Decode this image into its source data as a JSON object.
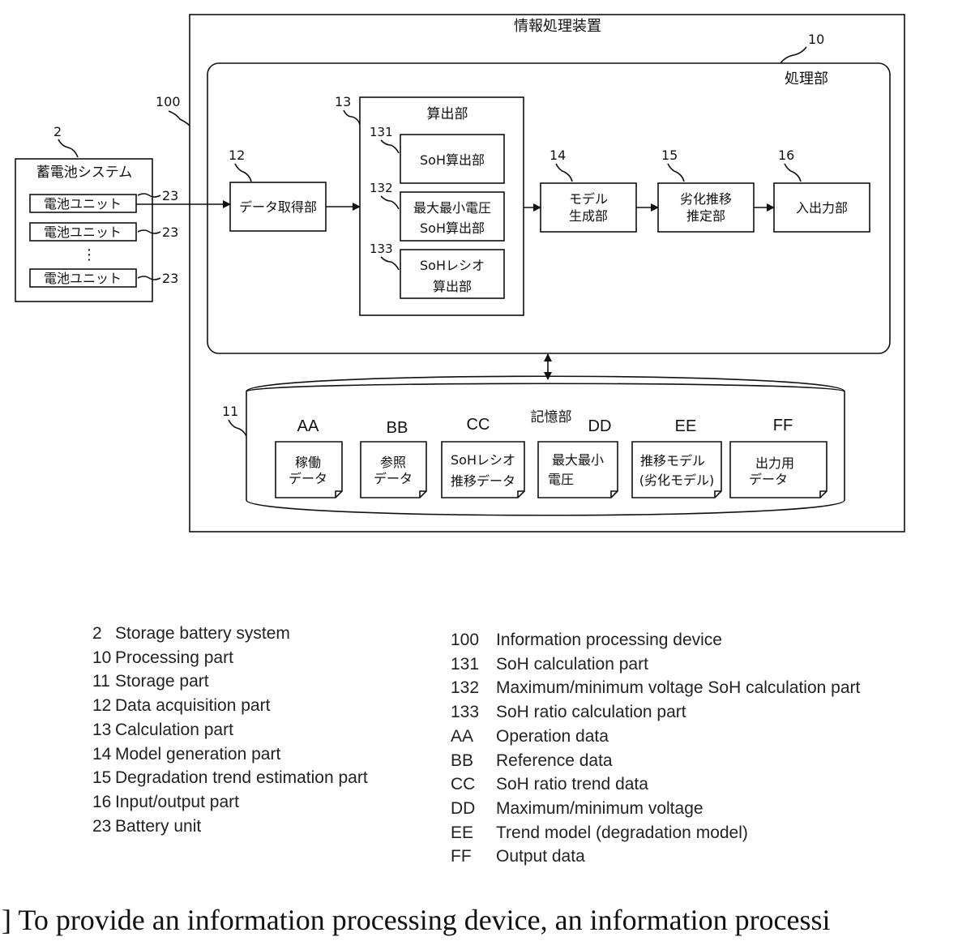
{
  "device": {
    "title": "情報処理装置",
    "ref": "100"
  },
  "processing": {
    "label": "処理部",
    "ref": "10"
  },
  "battery_system": {
    "label": "蓄電池システム",
    "ref": "2",
    "unit_label": "電池ユニット",
    "unit_ref": "23",
    "ellipsis": "⋮"
  },
  "data_acq": {
    "label": "データ取得部",
    "ref": "12"
  },
  "calc": {
    "label": "算出部",
    "ref": "13",
    "sub": [
      {
        "ref": "131",
        "line1": "SoH算出部",
        "line2": ""
      },
      {
        "ref": "132",
        "line1": "最大最小電圧",
        "line2": "SoH算出部"
      },
      {
        "ref": "133",
        "line1": "SoHレシオ",
        "line2": "算出部"
      }
    ]
  },
  "model_gen": {
    "ref": "14",
    "line1": "モデル",
    "line2": "生成部"
  },
  "trend_est": {
    "ref": "15",
    "line1": "劣化推移",
    "line2": "推定部"
  },
  "io": {
    "ref": "16",
    "label": "入出力部"
  },
  "storage": {
    "ref": "11",
    "label": "記憶部",
    "docs": [
      {
        "code": "AA",
        "line1": "稼働",
        "line2": "データ"
      },
      {
        "code": "BB",
        "line1": "参照",
        "line2": "データ"
      },
      {
        "code": "CC",
        "line1": "SoHレシオ",
        "line2": "推移データ"
      },
      {
        "code": "DD",
        "line1": "最大最小",
        "line2": "電圧"
      },
      {
        "code": "EE",
        "line1": "推移モデル",
        "line2": "(劣化モデル)"
      },
      {
        "code": "FF",
        "line1": "出力用",
        "line2": "データ"
      }
    ]
  },
  "legend_left": [
    {
      "num": "2",
      "text": "Storage battery system"
    },
    {
      "num": "10",
      "text": "Processing part"
    },
    {
      "num": "11",
      "text": "Storage part"
    },
    {
      "num": "12",
      "text": "Data acquisition part"
    },
    {
      "num": "13",
      "text": "Calculation part"
    },
    {
      "num": "14",
      "text": "Model generation part"
    },
    {
      "num": "15",
      "text": "Degradation trend estimation part"
    },
    {
      "num": "16",
      "text": "Input/output part"
    },
    {
      "num": "23",
      "text": "Battery unit"
    }
  ],
  "legend_right": [
    {
      "num": "100",
      "text": "Information processing device"
    },
    {
      "num": "131",
      "text": "SoH calculation part"
    },
    {
      "num": "132",
      "text": "Maximum/minimum voltage SoH calculation part"
    },
    {
      "num": "133",
      "text": "SoH ratio calculation part"
    },
    {
      "num": "AA",
      "text": "Operation data"
    },
    {
      "num": "BB",
      "text": "Reference data"
    },
    {
      "num": "CC",
      "text": "SoH ratio trend data"
    },
    {
      "num": "DD",
      "text": "Maximum/minimum voltage"
    },
    {
      "num": "EE",
      "text": "Trend model (degradation model)"
    },
    {
      "num": "FF",
      "text": "Output data"
    }
  ],
  "abstract": "] To provide an information processing device, an information processi"
}
